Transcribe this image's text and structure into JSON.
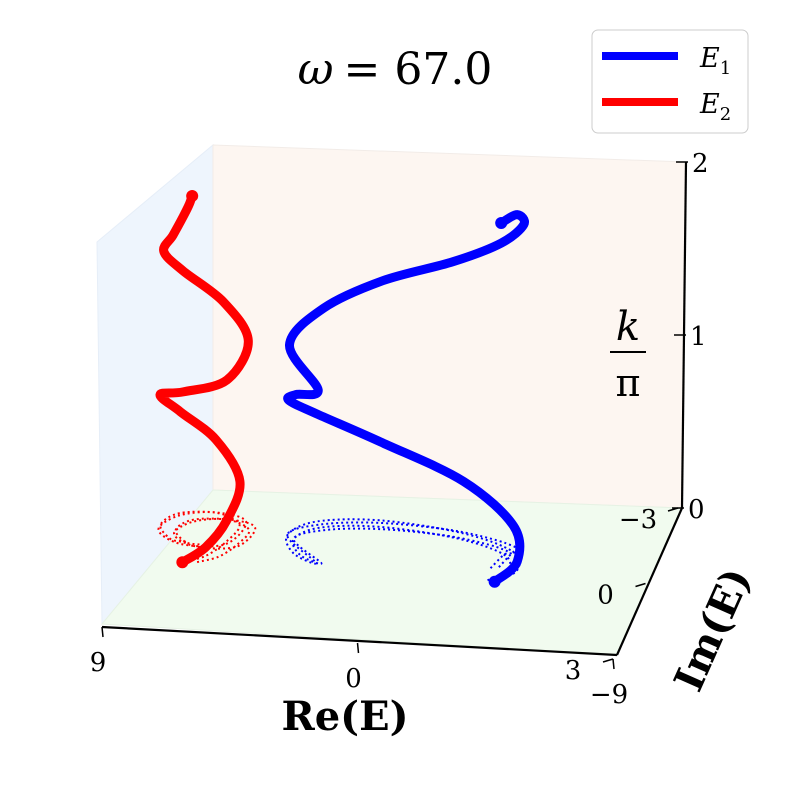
{
  "chart_data": {
    "type": "line",
    "projection": "3d",
    "title": {
      "symbol": "ω",
      "equals": "= 67.0"
    },
    "xlabel": "Re(E)",
    "ylabel": "Im(E)",
    "zlabel": {
      "num": "k",
      "den": "π"
    },
    "xlim": [
      -9,
      9
    ],
    "ylim": [
      -3,
      3
    ],
    "zlim": [
      0,
      2
    ],
    "x_ticks": [
      {
        "v": 9,
        "label": "9"
      },
      {
        "v": 0,
        "label": "0"
      },
      {
        "v": -9,
        "label": "−9"
      }
    ],
    "y_ticks": [
      {
        "v": -3,
        "label": "−3"
      },
      {
        "v": 0,
        "label": "0"
      },
      {
        "v": 3,
        "label": "3"
      }
    ],
    "z_ticks": [
      {
        "v": 0,
        "label": "0"
      },
      {
        "v": 1,
        "label": "1"
      },
      {
        "v": 2,
        "label": "2"
      }
    ],
    "legend_position": "top-right",
    "grid": false,
    "floor_projection": "dotted",
    "series": [
      {
        "name": {
          "base": "E",
          "sub": "1"
        },
        "color": "#0000ff",
        "points": [
          [
            -3.8,
            0.3,
            0.0
          ],
          [
            -4.4,
            -0.2,
            0.05
          ],
          [
            -4.0,
            -0.9,
            0.15
          ],
          [
            -2.0,
            -1.5,
            0.3
          ],
          [
            1.0,
            -1.8,
            0.45
          ],
          [
            3.2,
            -1.6,
            0.62
          ],
          [
            4.0,
            -1.0,
            0.78
          ],
          [
            3.5,
            -0.3,
            0.92
          ],
          [
            2.6,
            0.0,
            1.0
          ],
          [
            4.0,
            -1.0,
            1.1
          ],
          [
            3.0,
            -1.5,
            1.25
          ],
          [
            1.0,
            -1.7,
            1.4
          ],
          [
            -1.5,
            -1.6,
            1.55
          ],
          [
            -3.3,
            -1.3,
            1.72
          ],
          [
            -4.2,
            -1.0,
            1.88
          ],
          [
            -4.0,
            -0.9,
            1.95
          ],
          [
            -3.7,
            -0.2,
            2.0
          ]
        ]
      },
      {
        "name": {
          "base": "E",
          "sub": "2"
        },
        "color": "#ff0000",
        "points": [
          [
            7.2,
            0.3,
            0.0
          ],
          [
            6.5,
            0.0,
            0.05
          ],
          [
            6.0,
            -0.6,
            0.12
          ],
          [
            5.8,
            -1.3,
            0.25
          ],
          [
            6.8,
            -1.7,
            0.42
          ],
          [
            8.0,
            -1.5,
            0.6
          ],
          [
            8.5,
            -0.9,
            0.78
          ],
          [
            7.5,
            -0.4,
            0.88
          ],
          [
            6.0,
            -0.5,
            0.95
          ],
          [
            5.6,
            -1.4,
            1.05
          ],
          [
            6.6,
            -1.7,
            1.22
          ],
          [
            8.0,
            -1.6,
            1.4
          ],
          [
            8.5,
            -1.1,
            1.58
          ],
          [
            8.0,
            -0.6,
            1.75
          ],
          [
            7.6,
            -0.5,
            1.88
          ],
          [
            7.4,
            -0.5,
            1.95
          ],
          [
            7.3,
            -0.5,
            2.0
          ]
        ]
      }
    ]
  }
}
